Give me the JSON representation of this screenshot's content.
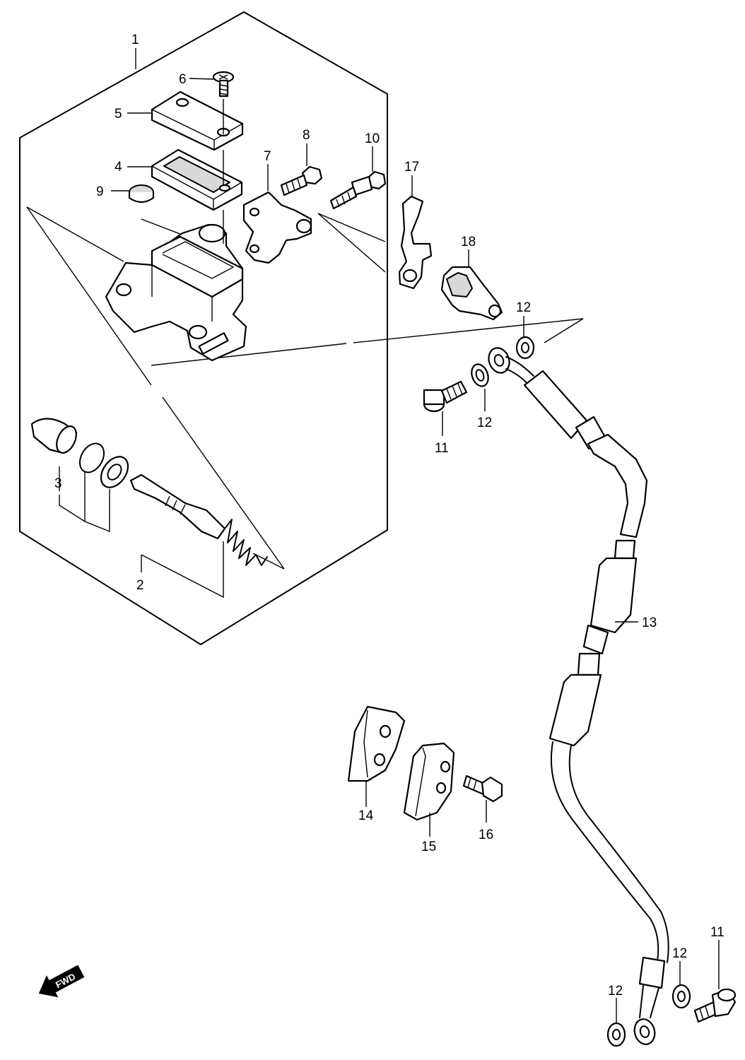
{
  "callouts": {
    "p1": "1",
    "p2": "2",
    "p3": "3",
    "p4": "4",
    "p5": "5",
    "p6": "6",
    "p7": "7",
    "p8": "8",
    "p9": "9",
    "p10": "10",
    "p11a": "11",
    "p11b": "11",
    "p12a": "12",
    "p12b": "12",
    "p12c": "12",
    "p12d": "12",
    "p13": "13",
    "p14": "14",
    "p15": "15",
    "p16": "16",
    "p17": "17",
    "p18": "18"
  },
  "direction_marker": {
    "label": "FWD",
    "icon": "forward-arrow-icon"
  }
}
